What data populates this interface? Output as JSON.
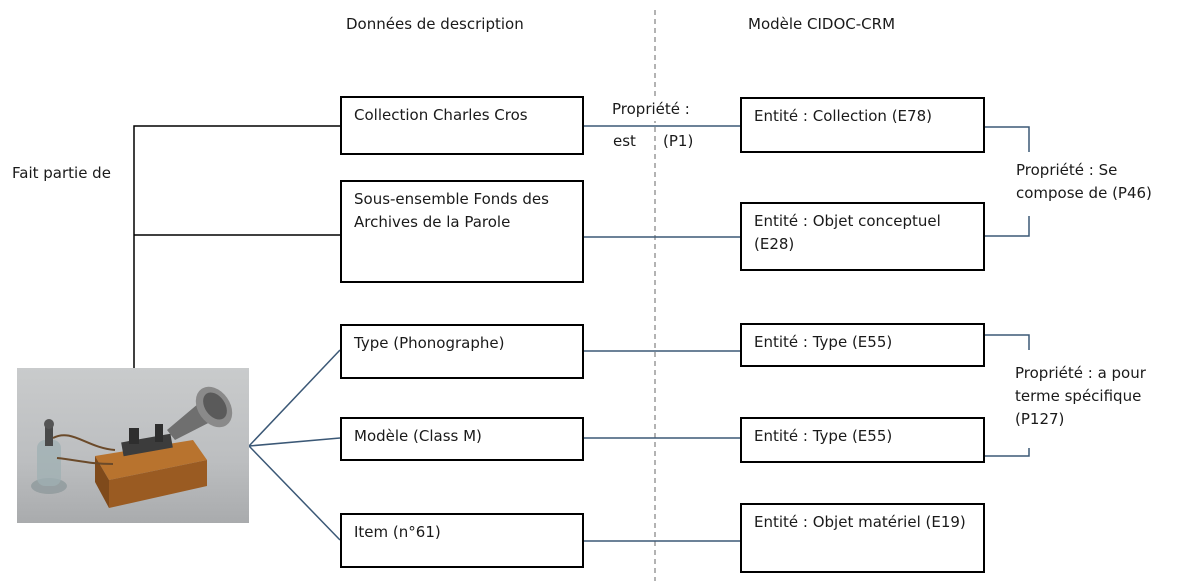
{
  "headers": {
    "left": "Données de description",
    "right": "Modèle CIDOC-CRM"
  },
  "left_label": "Fait partie de",
  "description_boxes": [
    {
      "label": "Collection Charles Cros"
    },
    {
      "label": "Sous-ensemble Fonds des Archives de la Parole"
    },
    {
      "label": "Type (Phonographe)"
    },
    {
      "label": "Modèle (Class M)"
    },
    {
      "label": "Item (n°61)"
    }
  ],
  "cidoc_boxes": [
    {
      "label": "Entité : Collection (E78)"
    },
    {
      "label": "Entité : Objet conceptuel (E28)"
    },
    {
      "label": "Entité : Type (E55)"
    },
    {
      "label": "Entité : Type (E55)"
    },
    {
      "label": "Entité : Objet matériel (E19)"
    }
  ],
  "properties": {
    "est": {
      "line1": "Propriété :",
      "line2": "est",
      "code": "(P1)"
    },
    "compose": "Propriété : Se compose de (P46)",
    "terme": "Propriété : a pour terme spécifique (P127)"
  },
  "photo_icon": "phonograph-photo",
  "colors": {
    "connector": "#3b5876",
    "divider": "#9a9a9a",
    "box_border": "#000000"
  }
}
